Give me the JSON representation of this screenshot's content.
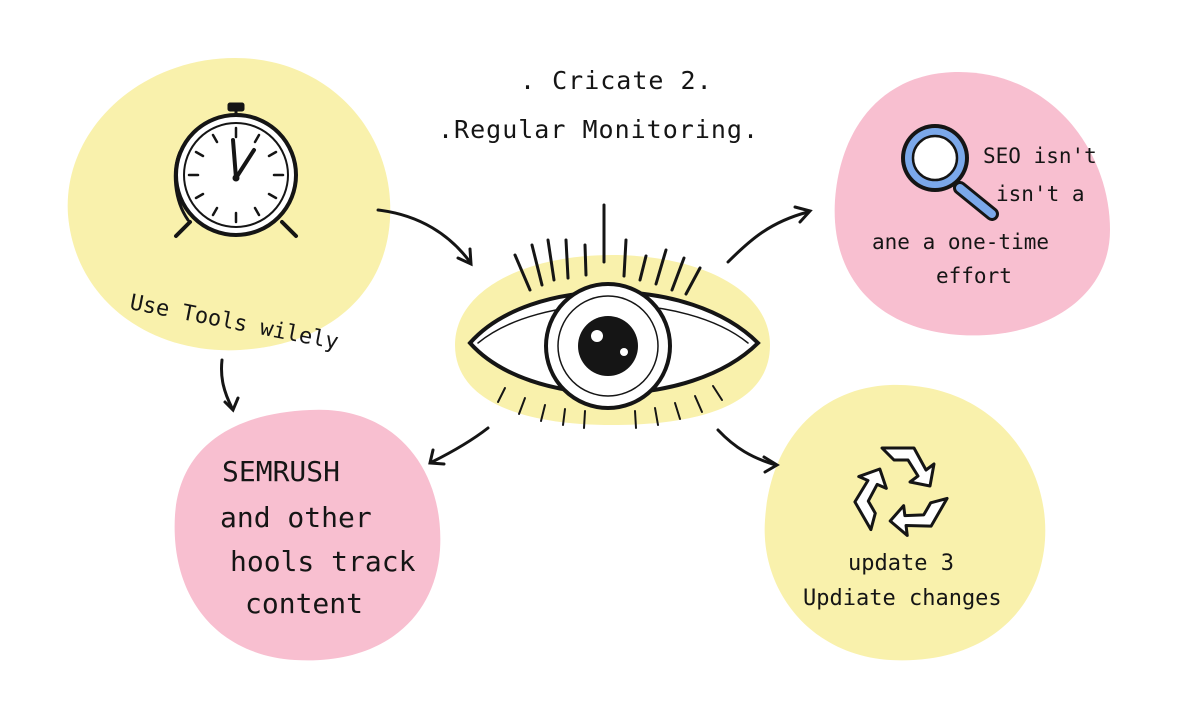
{
  "title": {
    "line1": ". Cricate 2.",
    "line2": ".Regular Monitoring."
  },
  "nodes": {
    "tools": {
      "label": "Use Tools wilely",
      "icon": "clock-icon",
      "color": "#f9f1ac"
    },
    "seo": {
      "line1": "SEO isn't",
      "line2": "isn't a",
      "line3": "ane a one-time",
      "line4": "effort",
      "icon": "magnifier-icon",
      "color": "#f8bfd0"
    },
    "semrush": {
      "line1": "SEMRUSH",
      "line2": "and other",
      "line3": "hools track",
      "line4": "content",
      "color": "#f8bfd0"
    },
    "update": {
      "line1": "update 3",
      "line2": "Updiate changes",
      "icon": "recycle-icon",
      "color": "#f9f1ac"
    }
  },
  "center": {
    "icon": "eye-icon",
    "color": "#f9f1ac"
  },
  "colors": {
    "ink": "#151515",
    "yellow": "#f9f1ac",
    "pink": "#f8bfd0",
    "blue": "#7ba8ea"
  }
}
